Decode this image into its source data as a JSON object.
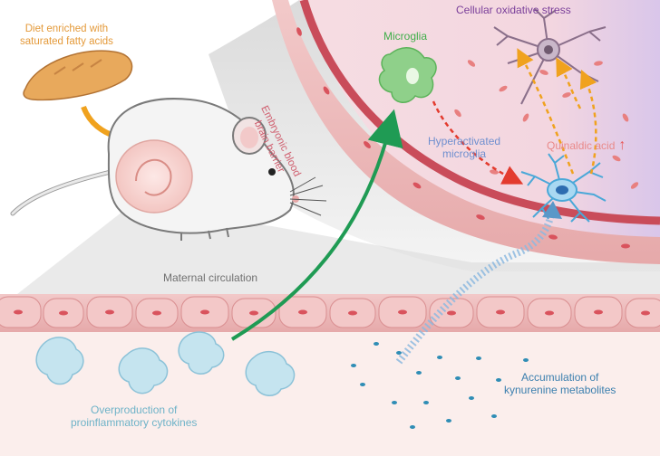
{
  "labels": {
    "diet_line1": "Diet enriched with",
    "diet_line2": "saturated fatty acids",
    "oxidative_stress": "Cellular oxidative stress",
    "microglia": "Microglia",
    "hyper_line1": "Hyperactivated",
    "hyper_line2": "microglia",
    "quinaldic_acid": "Quinaldic acid",
    "quinaldic_arrow": "↑",
    "bbb_line1": "Embryonic blood",
    "bbb_line2": "brain barrier",
    "maternal_circulation": "Maternal circulation",
    "cytokines_line1": "Overproduction of",
    "cytokines_line2": "proinflammatory cytokines",
    "kynurenine_line1": "Accumulation of",
    "kynurenine_line2": "kynurenine metabolites"
  },
  "colors": {
    "diet": "#e49a3a",
    "oxidative": "#7a3f9a",
    "microglia": "#3fae49",
    "hyperactivated": "#6f8fcf",
    "quinaldic": "#e98a8a",
    "barrier": "#d06070",
    "cytokines": "#6fb3c8",
    "kynurenine": "#3b7fae",
    "vessel_wall": "#e9b0b0",
    "arrow_orange": "#f0a21e",
    "arrow_green": "#1f9b54"
  }
}
